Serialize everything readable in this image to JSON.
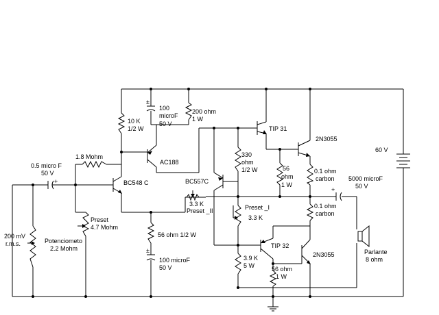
{
  "labels": {
    "in_cap": [
      "0.5 micro F",
      "50 V"
    ],
    "source": [
      "200 mV",
      "r.m.s."
    ],
    "pot": [
      "Potenciometo",
      "2.2 Mohm"
    ],
    "r18": "1.8 Mohm",
    "preset1": [
      "Preset",
      "4.7 Mohm"
    ],
    "bc548": "BC548 C",
    "r10k": [
      "10 K",
      "1/2 W"
    ],
    "c100a": [
      "100",
      "microF",
      "50 V"
    ],
    "r200": [
      "200 ohm",
      "1 W"
    ],
    "ac188": "AC188",
    "bc557": "BC557C",
    "r33": [
      "3.3 K",
      "Preset _II"
    ],
    "r56a": "56 ohm 1/2 W",
    "c100b": [
      "100 microF",
      "50 V"
    ],
    "tip31": "TIP 31",
    "r330": [
      "330",
      "ohm",
      "1/2 W"
    ],
    "presetI": [
      "Preset _I",
      "3.3 K"
    ],
    "tip32": "TIP 32",
    "r39": [
      "3.9 K",
      "5 W"
    ],
    "r56b": [
      "56 ohm",
      "1 W"
    ],
    "r56c": [
      "56",
      "ohm",
      "1 W"
    ],
    "q3055a": "2N3055",
    "r01a": [
      "0.1 ohm",
      "carbon"
    ],
    "r01b": [
      "0.1 ohm",
      "carbon"
    ],
    "q3055b": "2N3055",
    "c5000": [
      "5000 microF",
      "50 V"
    ],
    "battery": "60 V",
    "speaker": [
      "Parlante",
      "8 ohm"
    ]
  }
}
